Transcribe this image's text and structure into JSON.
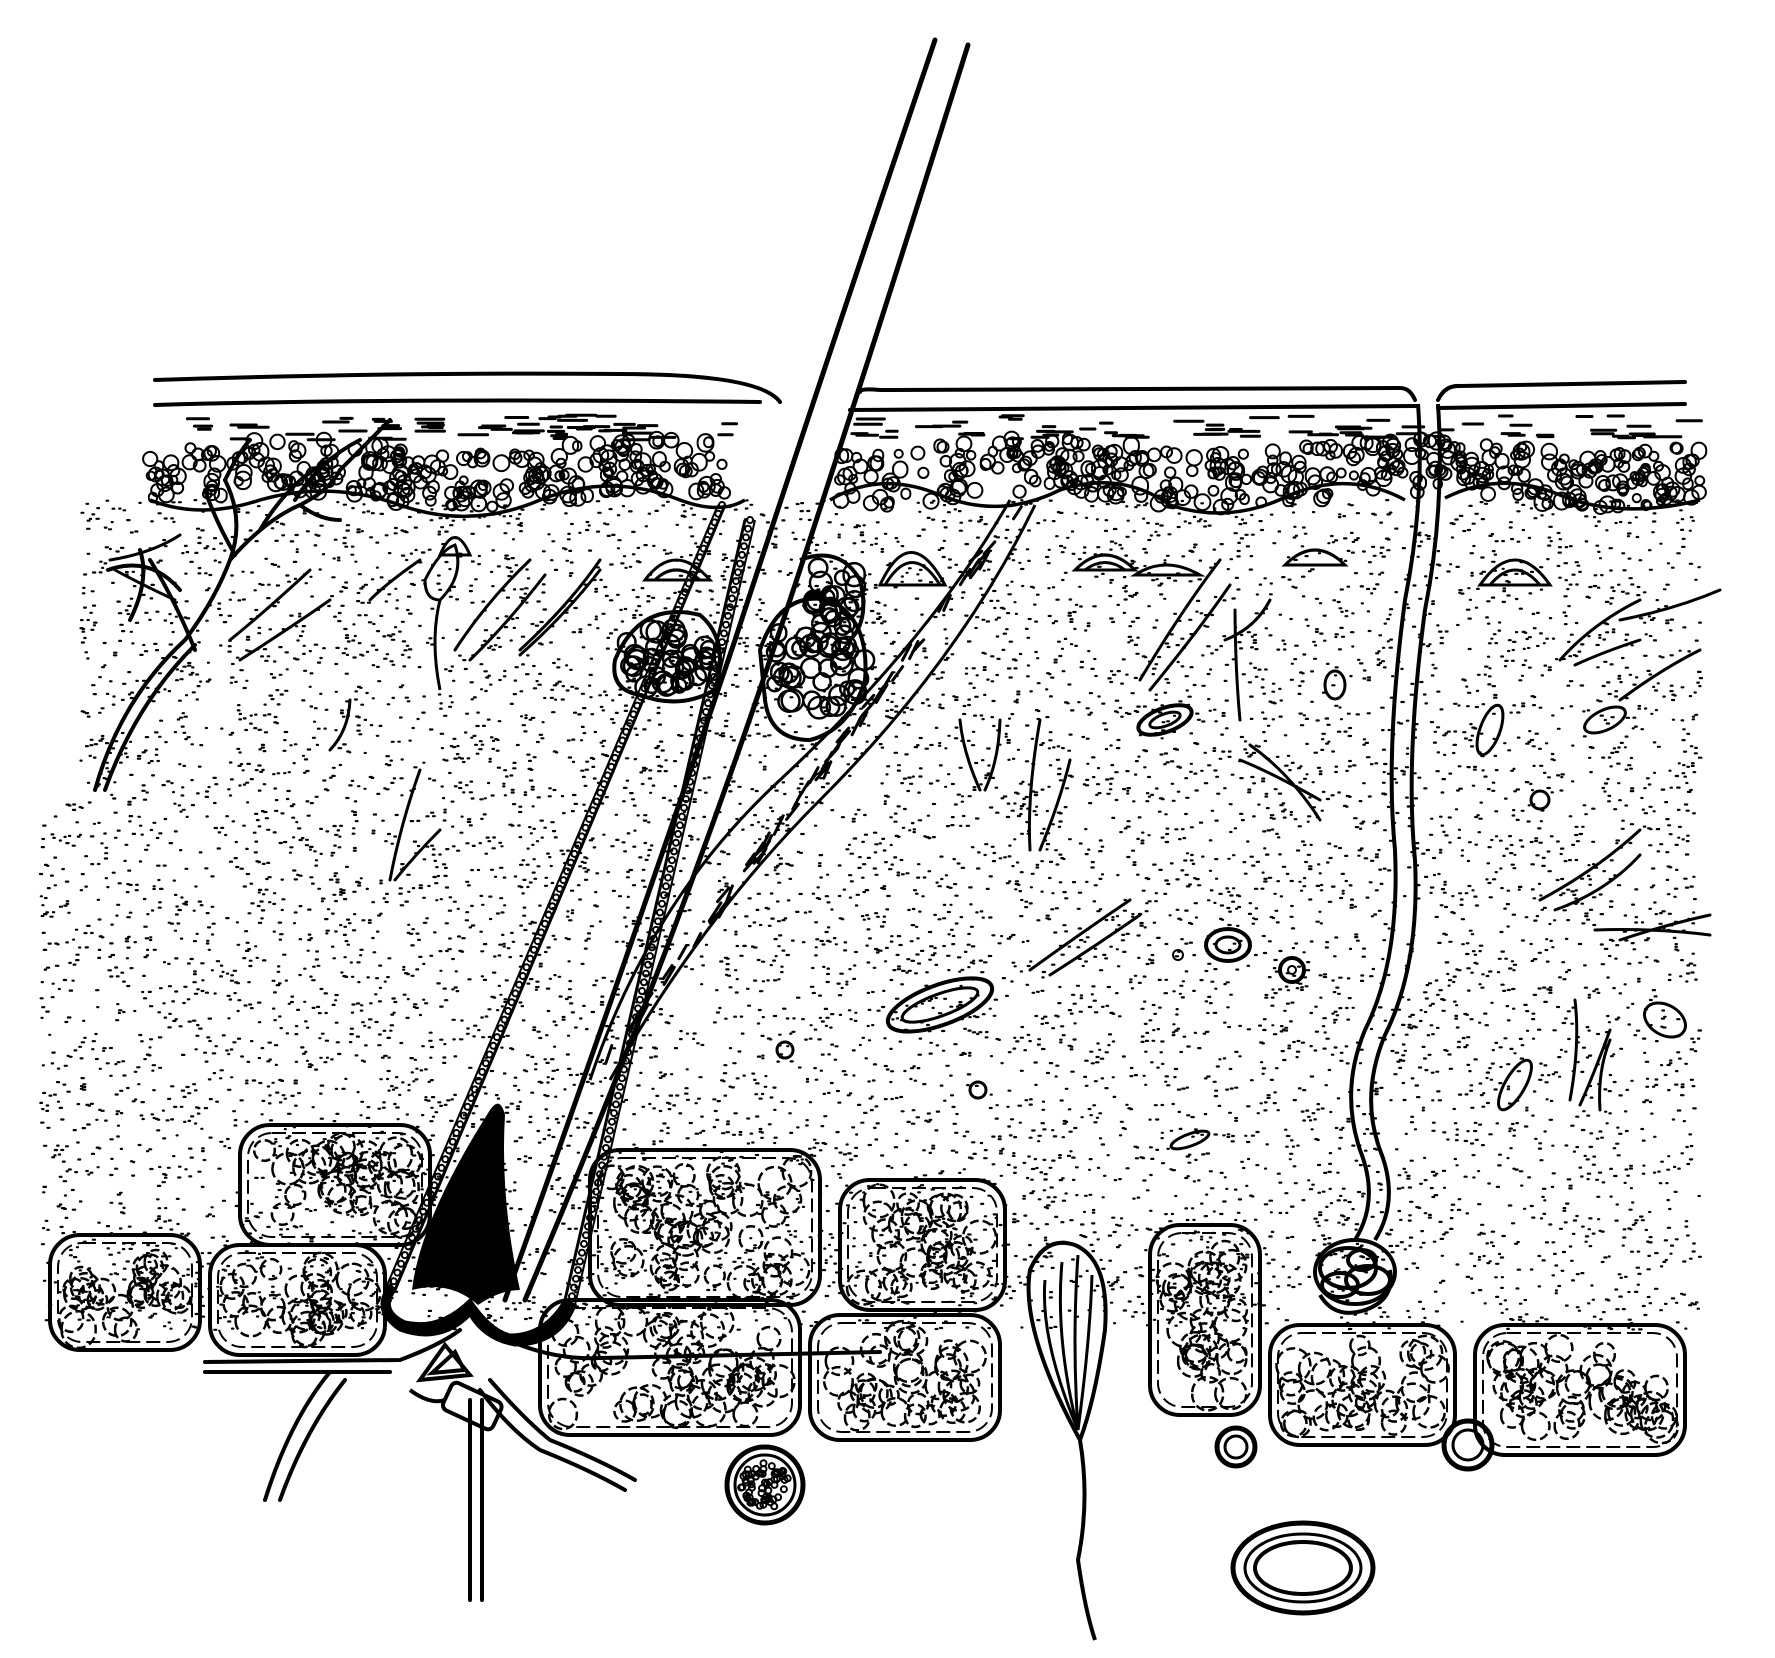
{
  "diagram": {
    "kind": "skin cross-section line drawing",
    "labels_present": false,
    "colors": {
      "ink": "#000000",
      "paper": "#ffffff"
    },
    "structures": [
      "surface-line",
      "epidermis-cell-layer",
      "dermis-stipple",
      "hair-shaft",
      "hair-follicle",
      "hair-bulb",
      "sebaceous-gland",
      "arrector-pili-muscle",
      "sweat-duct",
      "sweat-gland-coil",
      "fat-lobules",
      "blood-vessels",
      "nerve-branches",
      "pacinian-corpuscle",
      "collagen-fibers"
    ]
  }
}
